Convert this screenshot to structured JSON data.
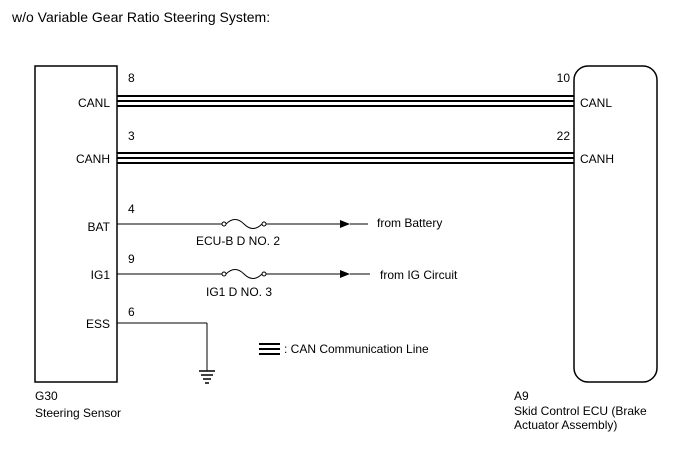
{
  "title": "w/o Variable Gear  Ratio Steering System:",
  "left_component": {
    "code": "G30",
    "name": "Steering Sensor",
    "pins": [
      {
        "name": "CANL",
        "number": "8"
      },
      {
        "name": "CANH",
        "number": "3"
      },
      {
        "name": "BAT",
        "number": "4"
      },
      {
        "name": "IG1",
        "number": "9"
      },
      {
        "name": "ESS",
        "number": "6"
      }
    ]
  },
  "right_component": {
    "code": "A9",
    "name_line1": "Skid Control ECU (Brake",
    "name_line2": "Actuator Assembly)",
    "pins": [
      {
        "name": "CANL",
        "number": "10"
      },
      {
        "name": "CANH",
        "number": "22"
      }
    ]
  },
  "fuses": [
    {
      "label": "ECU-B D NO. 2",
      "source": "from Battery"
    },
    {
      "label": "IG1 D NO. 3",
      "source": "from IG Circuit"
    }
  ],
  "legend": {
    "label": ": CAN Communication Line"
  }
}
